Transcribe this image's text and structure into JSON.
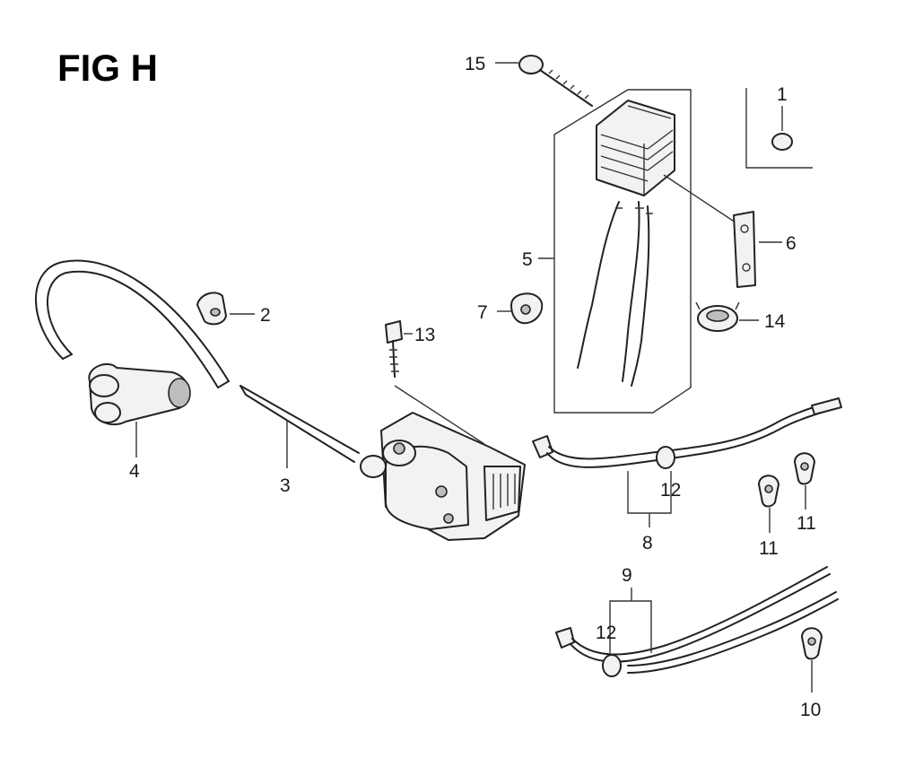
{
  "title": "FIG H",
  "callouts": {
    "c1": "1",
    "c2": "2",
    "c3": "3",
    "c4": "4",
    "c5": "5",
    "c6": "6",
    "c7": "7",
    "c8": "8",
    "c9": "9",
    "c10": "10",
    "c11a": "11",
    "c11b": "11",
    "c12a": "12",
    "c12b": "12",
    "c13": "13",
    "c14": "14",
    "c15": "15"
  }
}
